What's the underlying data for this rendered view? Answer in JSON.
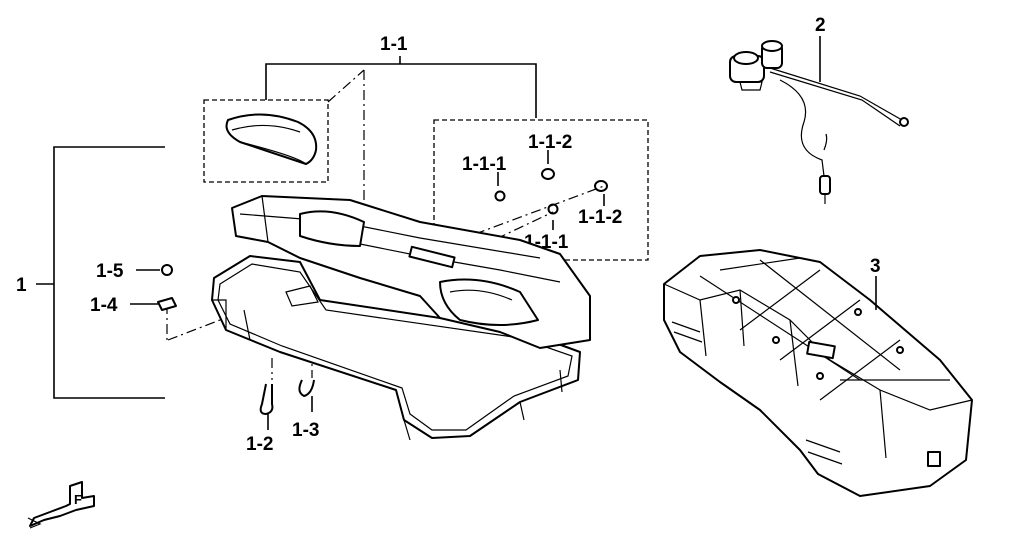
{
  "labels": {
    "l1": "1",
    "l1_1": "1-1",
    "l1_1_1a": "1-1-1",
    "l1_1_1b": "1-1-1",
    "l1_1_2a": "1-1-2",
    "l1_1_2b": "1-1-2",
    "l1_2": "1-2",
    "l1_3": "1-3",
    "l1_4": "1-4",
    "l1_5": "1-5",
    "l2": "2",
    "l3": "3",
    "front": "F"
  },
  "parts": {
    "case": "storage-case",
    "pad": "backrest-pad",
    "compressor": "air-compressor",
    "bag": "cargo-bag-with-net"
  },
  "colors": {
    "ink": "#000000",
    "paper": "#ffffff"
  }
}
